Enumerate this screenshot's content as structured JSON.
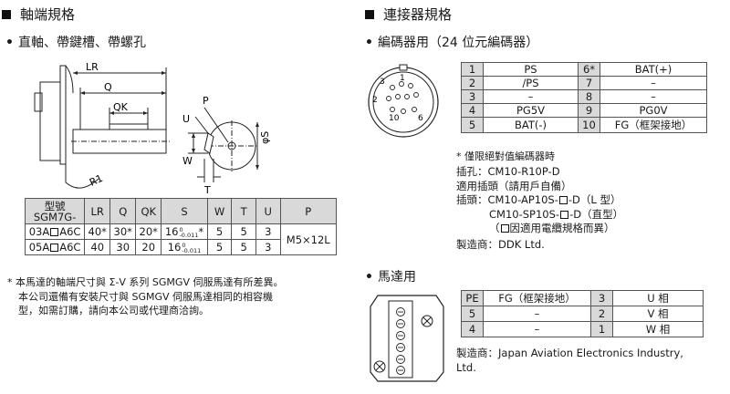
{
  "left": {
    "section_title": "軸端規格",
    "subtitle": "直軸、帶鍵槽、帶螺孔",
    "drawing_labels": {
      "lr": "LR",
      "q": "Q",
      "qk": "QK",
      "r1": "R1",
      "p": "P",
      "u": "U",
      "w": "W",
      "t": "T",
      "phi_s": "φS"
    },
    "table": {
      "header_model_line1": "型號",
      "header_model_line2": "SGM7G-",
      "headers": [
        "LR",
        "Q",
        "QK",
        "S",
        "W",
        "T",
        "U",
        "P"
      ],
      "rows": [
        {
          "model_a": "03A",
          "model_b": "A6C",
          "lr": "40*",
          "q": "30*",
          "qk": "20*",
          "s": "16",
          "s_tol_top": "0",
          "s_tol_bot": "-0.011",
          "s_mark": "*",
          "w": "5",
          "t": "5",
          "u": "3"
        },
        {
          "model_a": "05A",
          "model_b": "A6C",
          "lr": "40",
          "q": "30",
          "qk": "20",
          "s": "16",
          "s_tol_top": "0",
          "s_tol_bot": "-0.011",
          "s_mark": "",
          "w": "5",
          "t": "5",
          "u": "3"
        }
      ],
      "p_value": "M5×12L"
    },
    "notes": [
      "* 本馬達的軸端尺寸與 Σ-V 系列 SGMGV 伺服馬達有所差異。",
      "本公司還備有安裝尺寸與 SGMGV 伺服馬達相同的相容機",
      "型，如需訂購，請向本公司或代理商洽詢。"
    ]
  },
  "right": {
    "section_title": "連接器規格",
    "encoder": {
      "subtitle": "編碼器用（24 位元編碼器）",
      "connector_pin_labels": [
        "3",
        "1",
        "2",
        "10",
        "6"
      ],
      "pins": [
        {
          "no1": "1",
          "sig1": "PS",
          "no2": "6*",
          "sig2": "BAT(+)"
        },
        {
          "no1": "2",
          "sig1": "/PS",
          "no2": "7",
          "sig2": "–"
        },
        {
          "no1": "3",
          "sig1": "–",
          "no2": "8",
          "sig2": "–"
        },
        {
          "no1": "4",
          "sig1": "PG5V",
          "no2": "9",
          "sig2": "PG0V"
        },
        {
          "no1": "5",
          "sig1": "BAT(-)",
          "no2": "10",
          "sig2": "FG（框架接地）"
        }
      ],
      "footnote": "* 僅限絕對值編碼器時",
      "plug": "插孔：CM10-R10P-D",
      "applicable_plug_title": "適用插頭（請用戶自備）",
      "plug_label": "插頭：",
      "plug_opt1": "CM10-AP10S-",
      "plug_opt1_suffix": "-D（L 型）",
      "plug_opt2": "CM10-SP10S-",
      "plug_opt2_suffix": "-D（直型）",
      "plug_note": "因適用電纜規格而異）",
      "plug_note_prefix": "（",
      "maker": "製造商：DDK Ltd."
    },
    "motor": {
      "subtitle": "馬達用",
      "pins": [
        {
          "no1": "PE",
          "sig1": "FG（框架接地）",
          "no2": "3",
          "sig2": "U 相"
        },
        {
          "no1": "5",
          "sig1": "–",
          "no2": "2",
          "sig2": "V 相"
        },
        {
          "no1": "4",
          "sig1": "–",
          "no2": "1",
          "sig2": "W 相"
        }
      ],
      "maker_line1": "製造商：Japan Aviation Electronics Industry,",
      "maker_line2": "Ltd."
    }
  }
}
